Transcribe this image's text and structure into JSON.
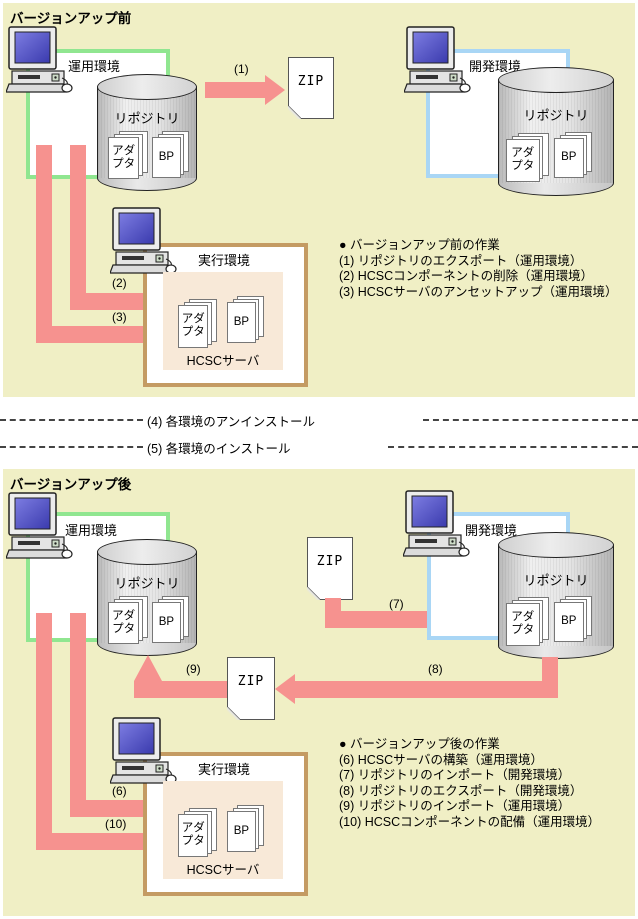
{
  "titles": {
    "before": "バージョンアップ前",
    "after": "バージョンアップ後"
  },
  "labels": {
    "operation_env": "運用環境",
    "development_env": "開発環境",
    "execution_env": "実行環境",
    "repository": "リポジトリ",
    "adapter": "アダプタ",
    "bp": "BP",
    "hcsc_server": "HCSCサーバ",
    "zip": "ZIP"
  },
  "steps": {
    "s1": "(1)",
    "s2": "(2)",
    "s3": "(3)",
    "s6": "(6)",
    "s7": "(7)",
    "s8": "(8)",
    "s9": "(9)",
    "s10": "(10)"
  },
  "divider": {
    "uninstall": "(4) 各環境のアンインストール",
    "install": "(5) 各環境のインストール"
  },
  "notes_before": {
    "title": "● バージョンアップ前の作業",
    "lines": [
      "(1) リポジトリのエクスポート（運用環境）",
      "(2) HCSCコンポーネントの削除（運用環境）",
      "(3) HCSCサーバのアンセットアップ（運用環境）"
    ]
  },
  "notes_after": {
    "title": "● バージョンアップ後の作業",
    "lines": [
      "(6) HCSCサーバの構築（運用環境）",
      "(7) リポジトリのインポート（開発環境）",
      "(8) リポジトリのエクスポート（開発環境）",
      "(9) リポジトリのインポート（運用環境）",
      "(10) HCSCコンポーネントの配備（運用環境）"
    ]
  },
  "colors": {
    "panel_bg": "#F0EFC5",
    "operation_env_border": "#90E690",
    "development_env_border": "#A9D6F5",
    "execution_env_border": "#C49B63",
    "hcsc_area_bg": "#F8E9D8",
    "arrow": "#F6928F",
    "monitor_screen": "#5353C5"
  }
}
